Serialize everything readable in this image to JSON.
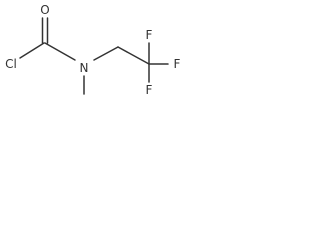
{
  "molecule": {
    "atoms": {
      "cl": "Cl",
      "o": "O",
      "n": "N",
      "f_top": "F",
      "f_right": "F",
      "f_bottom": "F"
    },
    "colors": {
      "ink": "#333333",
      "background": "#ffffff"
    }
  }
}
